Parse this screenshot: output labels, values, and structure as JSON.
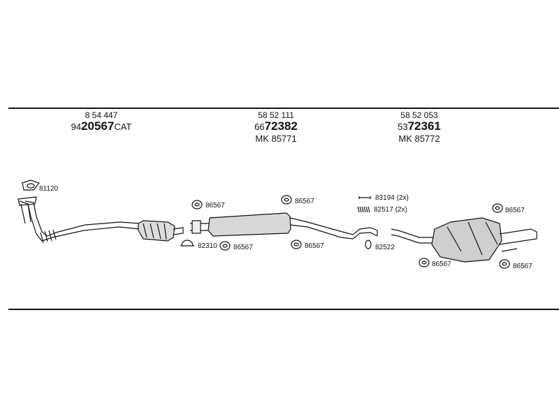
{
  "groups": [
    {
      "line1": "8 54 447",
      "prefix": "94",
      "bold": "20567",
      "suffix": "CAT",
      "line3": ""
    },
    {
      "line1": "58 52 111",
      "prefix": "66",
      "bold": "72382",
      "suffix": "",
      "line3": "MK  85771"
    },
    {
      "line1": "58 52 053",
      "prefix": "53",
      "bold": "72361",
      "suffix": "",
      "line3": "MK  85772"
    }
  ],
  "labels": {
    "gasket_front": "81120",
    "hanger_1": "86567",
    "hanger_2": "86567",
    "hanger_3": "86567",
    "hanger_4": "86567",
    "hanger_5": "86567",
    "hanger_6": "86567",
    "hanger_7": "86567",
    "clamp": "82310",
    "bolt": "83194 (2x)",
    "spring": "82517 (2x)",
    "ring": "82522"
  }
}
